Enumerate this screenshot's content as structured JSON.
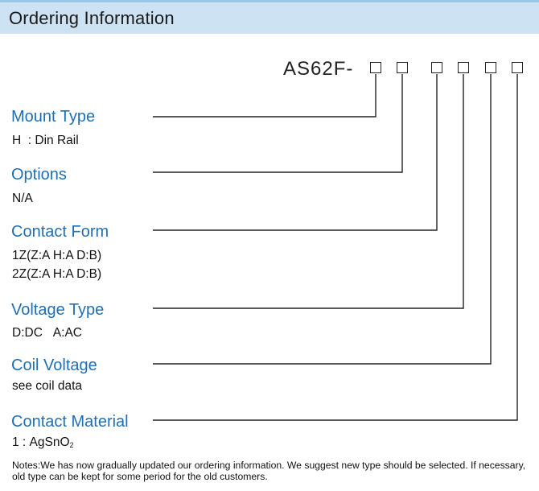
{
  "header": {
    "title": "Ordering Information"
  },
  "model": {
    "prefix": "AS62F-"
  },
  "sections": [
    {
      "title": "Mount Type",
      "values": [
        "H  : Din Rail"
      ]
    },
    {
      "title": "Options",
      "values": [
        "N/A"
      ]
    },
    {
      "title": "Contact Form",
      "values": [
        "1Z(Z:A H:A D:B)",
        "2Z(Z:A H:A D:B)"
      ]
    },
    {
      "title": "Voltage Type",
      "values": [
        "D:DC   A:AC"
      ]
    },
    {
      "title": "Coil Voltage",
      "values": [
        "see coil data"
      ]
    },
    {
      "title": "Contact Material",
      "values": [
        "1 : AgSnO"
      ],
      "value_subscript": "2"
    }
  ],
  "notes": "Notes:We has now gradually updated our ordering information. We suggest new type should be selected. If necessary, old type can be kept for some period for the old customers."
}
